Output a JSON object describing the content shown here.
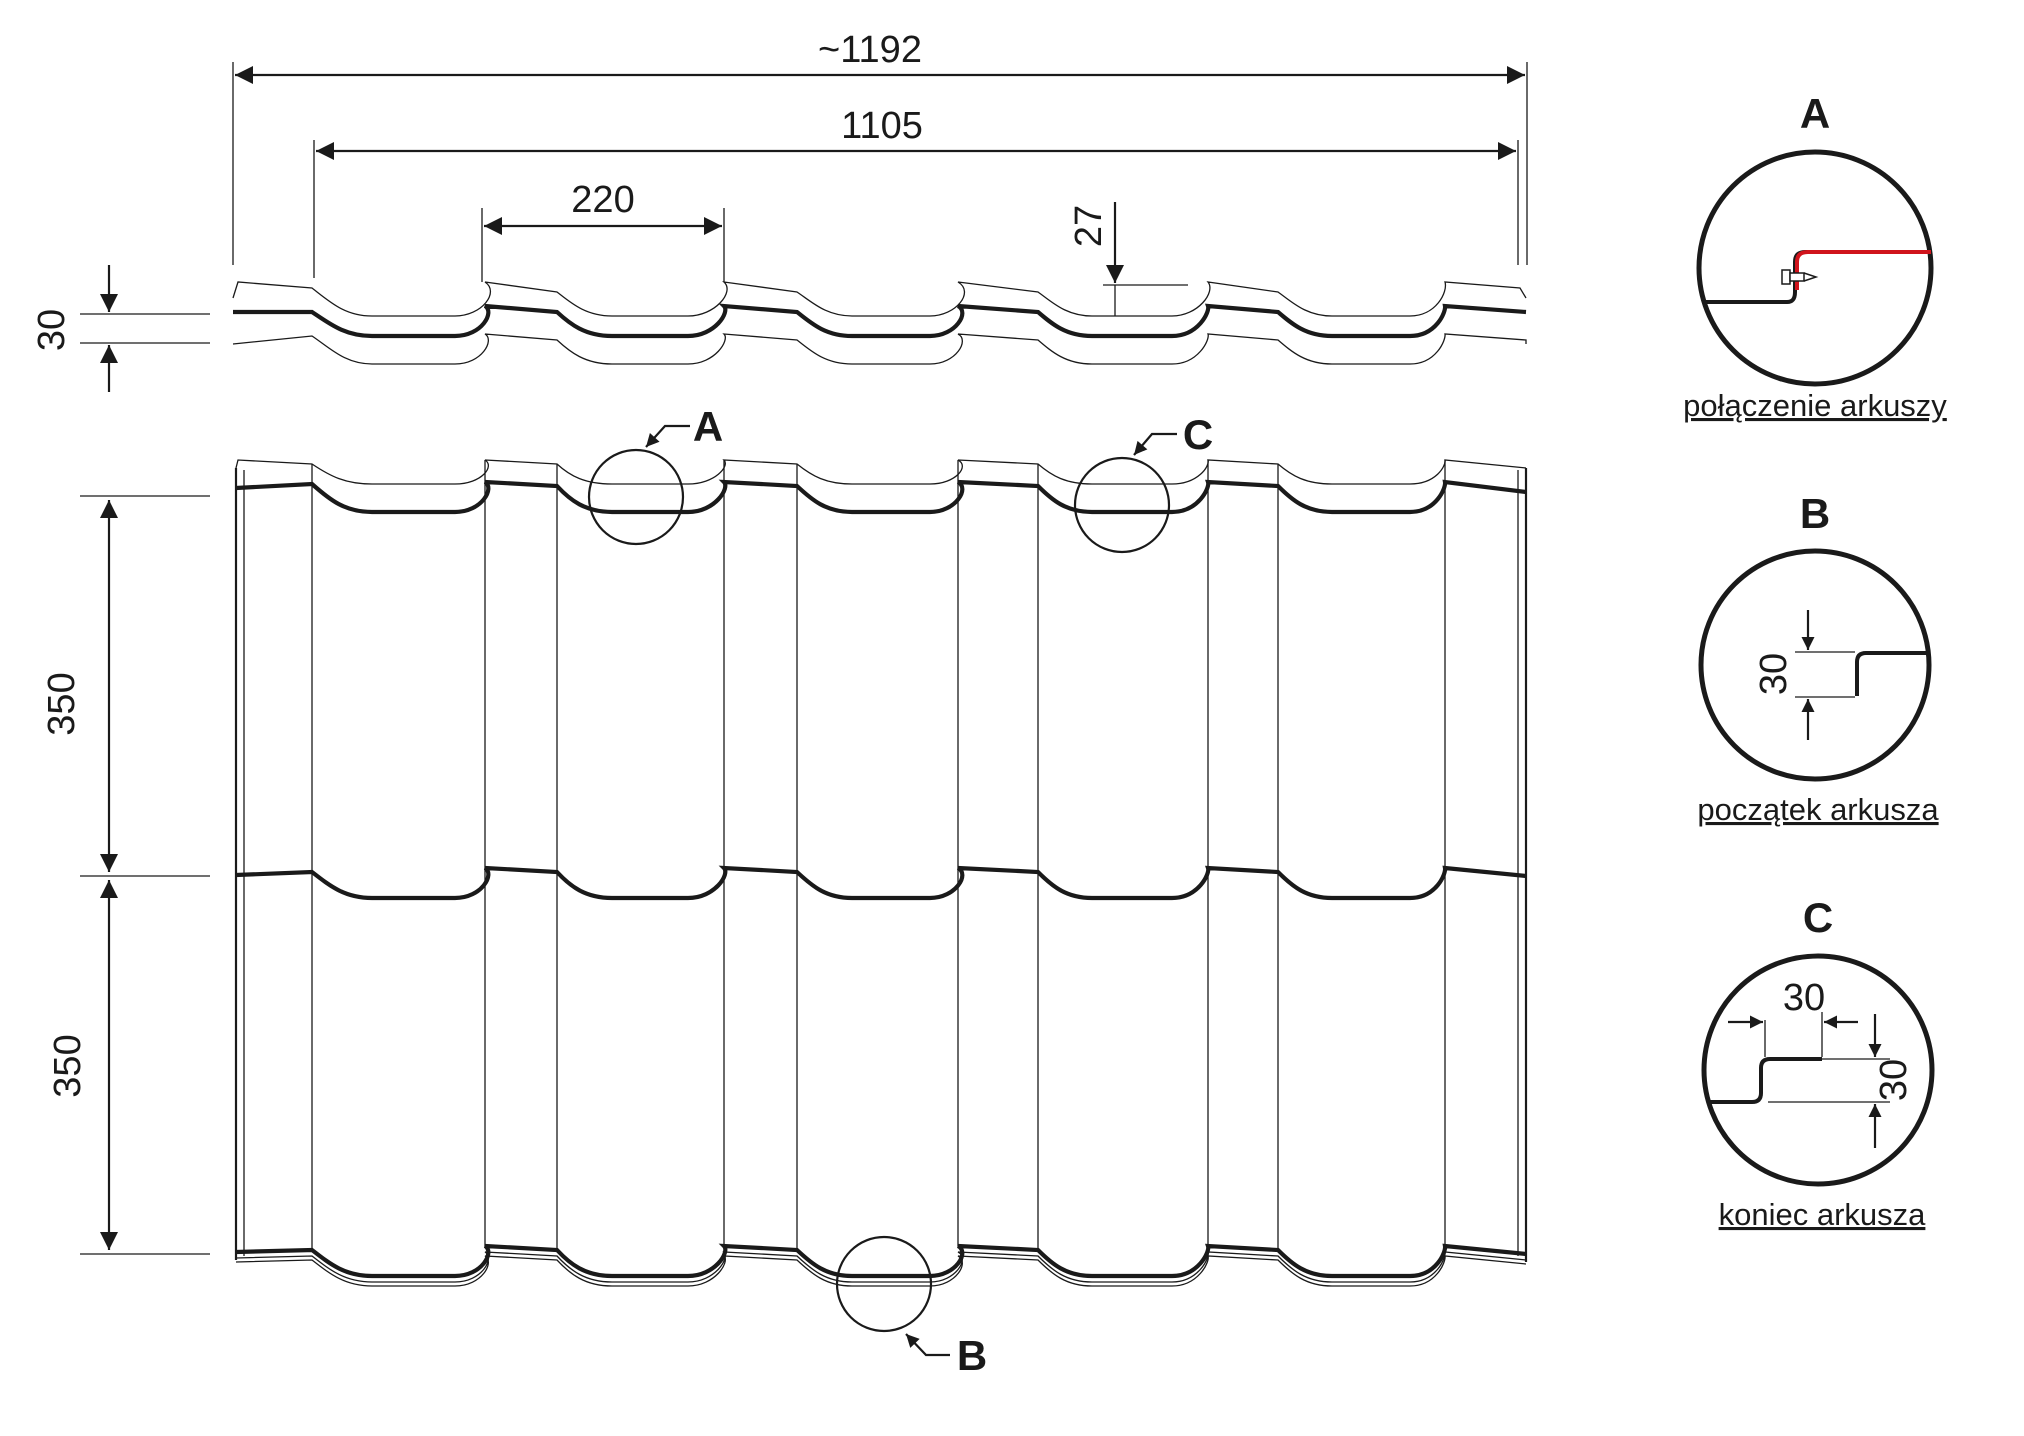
{
  "dimensions": {
    "overall_width": "~1192",
    "effective_width": "1105",
    "module_width": "220",
    "profile_height": "27",
    "step_height": "30",
    "module_length_1": "350",
    "module_length_2": "350"
  },
  "callouts": {
    "a": "A",
    "b": "B",
    "c": "C"
  },
  "details": [
    {
      "letter": "A",
      "caption": "połączenie arkuszy"
    },
    {
      "letter": "B",
      "caption": "początek arkusza",
      "dim": "30"
    },
    {
      "letter": "C",
      "caption": "koniec arkusza",
      "dim_h": "30",
      "dim_v": "30"
    }
  ],
  "colors": {
    "line": "#1a1a1a",
    "accent": "#d0141c"
  }
}
